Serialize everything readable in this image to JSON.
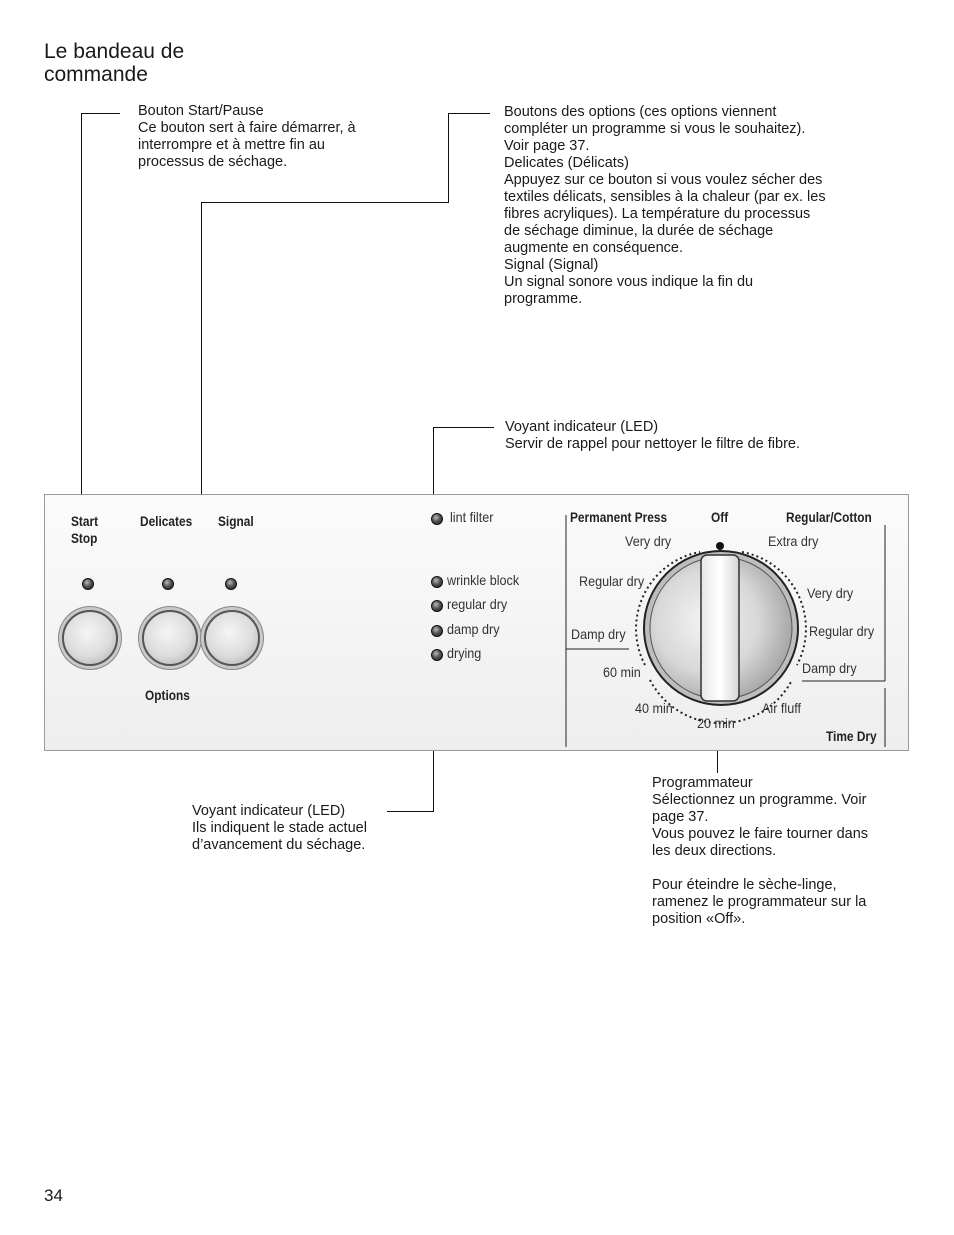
{
  "page": {
    "title": "Le bandeau de commande",
    "page_number": "34"
  },
  "callouts": {
    "start_pause": {
      "heading": "Bouton Start/Pause",
      "lines": [
        "Ce bouton sert à faire démarrer, à",
        "interrompre et à mettre fin au",
        "processus de séchage."
      ]
    },
    "options": {
      "heading": "Boutons des options",
      "heading_suffix": " (ces options viennent",
      "lines": [
        "compléter un programme si vous le souhaitez).",
        "Voir page 37."
      ],
      "delicates_heading": "Delicates",
      "delicates_suffix": " (Délicats)",
      "delicates_lines": [
        "Appuyez sur ce bouton si vous voulez sécher des",
        "textiles délicats, sensibles à la chaleur (par ex. les",
        "fibres acryliques). La température du processus",
        "de séchage diminue, la durée de séchage",
        "augmente en conséquence."
      ],
      "signal_heading": "Signal",
      "signal_suffix": " (Signal)",
      "signal_lines": [
        "Un signal sonore vous indique la fin du",
        "programme."
      ]
    },
    "led_filter": {
      "heading": "Voyant indicateur (LED)",
      "lines": [
        "Servir de rappel pour nettoyer le filtre de fibre."
      ]
    },
    "led_status": {
      "heading": "Voyant indicateur (LED)",
      "lines": [
        "Ils indiquent le stade actuel",
        "d’avancement du séchage."
      ]
    },
    "programmer": {
      "heading": "Programmateur",
      "lines": [
        "Sélectionnez un programme. Voir",
        "page 37.",
        "Vous pouvez le faire tourner dans",
        "les deux directions.",
        "",
        "Pour éteindre le sèche-linge,",
        "ramenez le programmateur sur la",
        "position «Off»."
      ]
    }
  },
  "panel": {
    "buttons": {
      "start_stop": [
        "Start",
        "Stop"
      ],
      "delicates": "Delicates",
      "signal": "Signal",
      "options": "Options"
    },
    "leds": {
      "lint_filter": "lint filter",
      "wrinkle_block": "wrinkle block",
      "regular_dry": "regular dry",
      "damp_dry": "damp dry",
      "drying": "drying"
    },
    "dial": {
      "permanent_press": "Permanent Press",
      "off": "Off",
      "regular_cotton": "Regular/Cotton",
      "pp_very_dry": "Very dry",
      "pp_regular_dry": "Regular dry",
      "pp_damp_dry": "Damp dry",
      "extra_dry": "Extra dry",
      "rc_very_dry": "Very dry",
      "rc_regular_dry": "Regular dry",
      "rc_damp_dry": "Damp dry",
      "min_60": "60 min",
      "min_40": "40 min",
      "min_20": "20 min",
      "air_fluff": "Air fluff",
      "time_dry": "Time Dry"
    }
  }
}
